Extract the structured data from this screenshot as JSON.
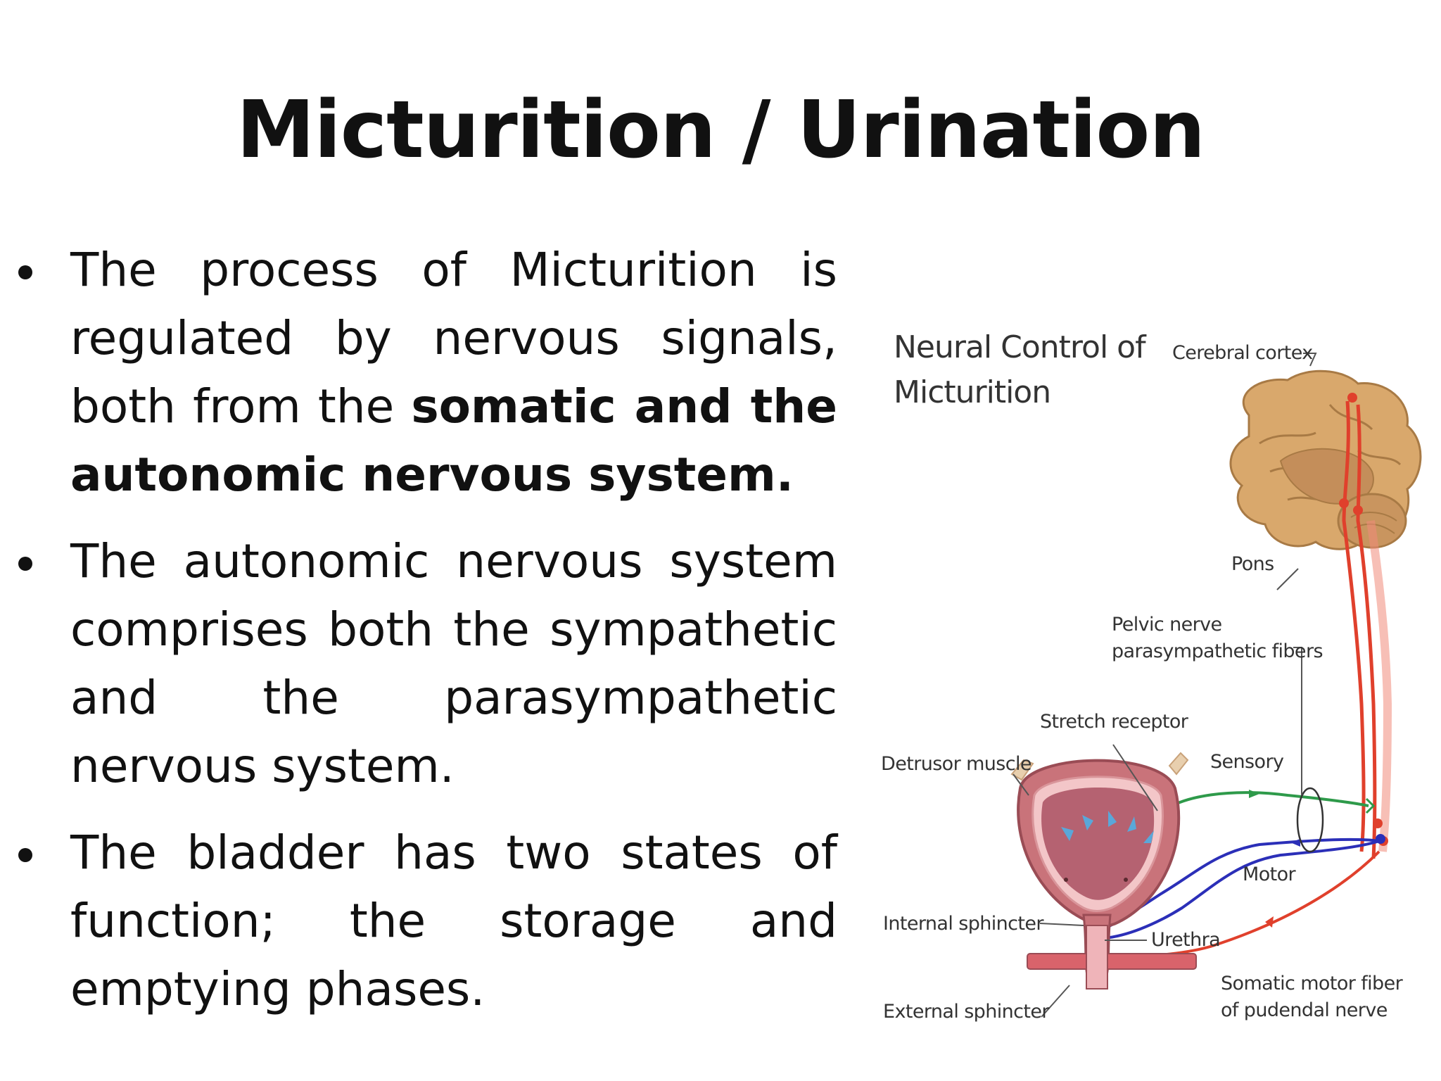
{
  "slide": {
    "title": "Micturition /  Urination",
    "bullets": [
      {
        "text_before": "The process of Micturition is regulated by nervous signals, both from the ",
        "text_bold": "somatic and the autonomic nervous system.",
        "text_after": ""
      },
      {
        "text_before": "The autonomic nervous system comprises both the sympathetic and the parasympathetic nervous system.",
        "text_bold": "",
        "text_after": ""
      },
      {
        "text_before": "The bladder has two states of function; the storage and emptying phases.",
        "text_bold": "",
        "text_after": ""
      }
    ]
  },
  "diagram": {
    "title_line1": "Neural Control of",
    "title_line2": "Micturition",
    "labels": {
      "cerebral_cortex": "Cerebral cortex",
      "pons": "Pons",
      "pelvic_nerve_line1": "Pelvic nerve",
      "pelvic_nerve_line2": "parasympathetic fibers",
      "stretch_receptor": "Stretch receptor",
      "detrusor_muscle": "Detrusor muscle",
      "sensory": "Sensory",
      "motor": "Motor",
      "internal_sphincter": "Internal sphincter",
      "urethra": "Urethra",
      "external_sphincter": "External  sphincter",
      "somatic_line1": "Somatic motor fiber",
      "somatic_line2": "of pudendal nerve"
    },
    "colors": {
      "sensory": "#2e9a4a",
      "motor": "#2b2fb8",
      "spinal": "#e0402c",
      "brain": "#d9a86c",
      "bladder": "#c9737a"
    }
  }
}
